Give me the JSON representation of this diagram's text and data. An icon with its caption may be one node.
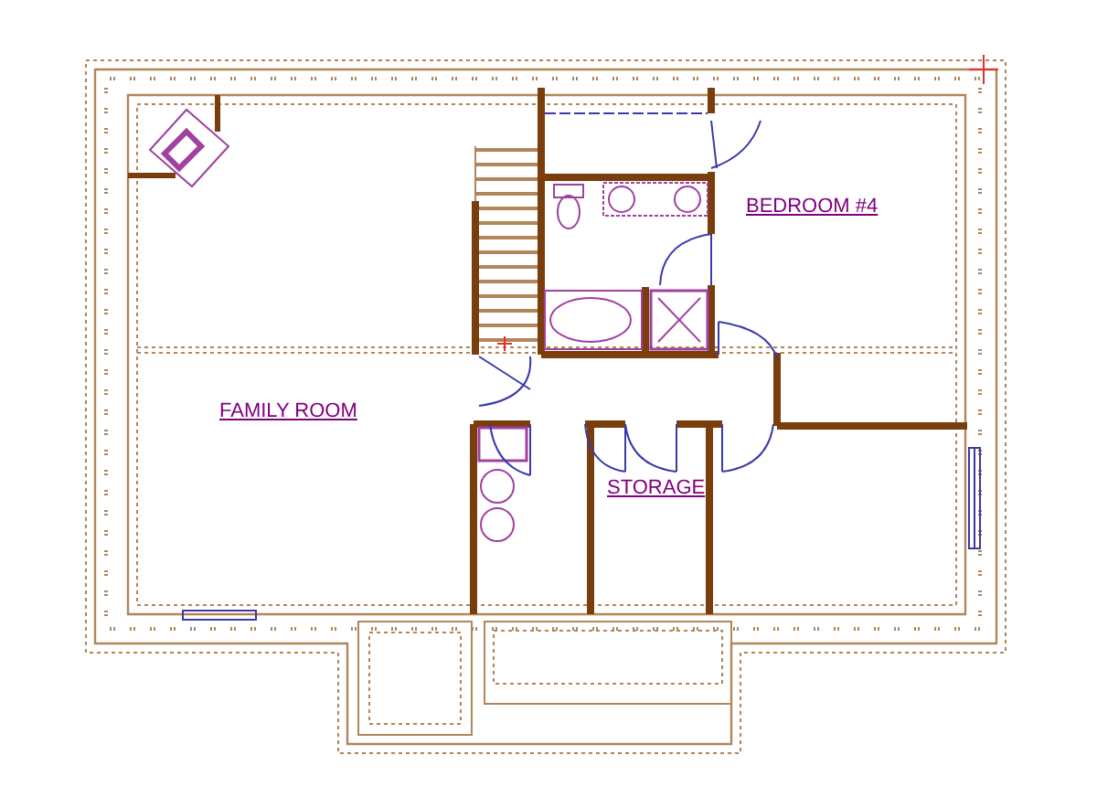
{
  "diagram": {
    "labels": [
      "BEDROOM #4",
      "FAMILY ROOM",
      "STORAGE"
    ]
  }
}
